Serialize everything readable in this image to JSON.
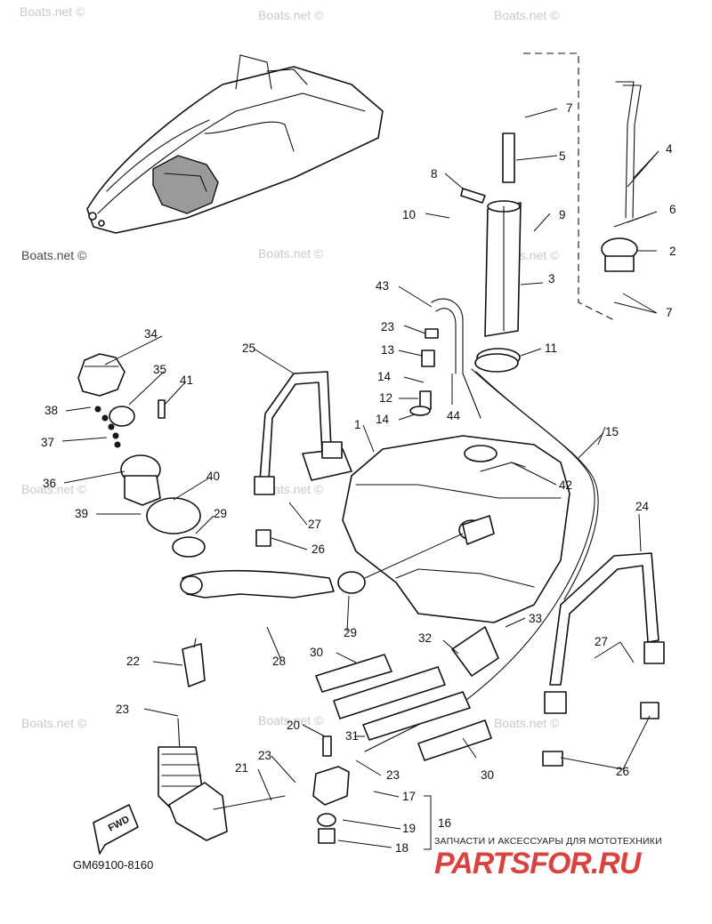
{
  "watermark": {
    "text": "Boats.net ©"
  },
  "drawing_code": "GM69100-8160",
  "fwd_label": "FWD",
  "brand": {
    "tagline": "ЗАПЧАСТИ И АКСЕССУАРЫ ДЛЯ МОТОТЕХНИКИ",
    "logo": "PARTSFOR.RU",
    "color": "#d8433f"
  },
  "callouts": {
    "c2": "2",
    "c3": "3",
    "c4": "4",
    "c5": "5",
    "c6": "6",
    "c7a": "7",
    "c7b": "7",
    "c8": "8",
    "c9": "9",
    "c10": "10",
    "c11": "11",
    "c12": "12",
    "c13": "13",
    "c14a": "14",
    "c14b": "14",
    "c15": "15",
    "c16": "16",
    "c17": "17",
    "c18": "18",
    "c19": "19",
    "c20": "20",
    "c21": "21",
    "c22": "22",
    "c23a": "23",
    "c23b": "23",
    "c23c": "23",
    "c23d": "23",
    "c24": "24",
    "c25": "25",
    "c26a": "26",
    "c26b": "26",
    "c27a": "27",
    "c27b": "27",
    "c28": "28",
    "c29a": "29",
    "c29b": "29",
    "c30a": "30",
    "c30b": "30",
    "c31": "31",
    "c32": "32",
    "c33": "33",
    "c34": "34",
    "c35": "35",
    "c36": "36",
    "c37": "37",
    "c38": "38",
    "c39": "39",
    "c40": "40",
    "c41": "41",
    "c42": "42",
    "c43": "43",
    "c44": "44",
    "c1": "1"
  }
}
